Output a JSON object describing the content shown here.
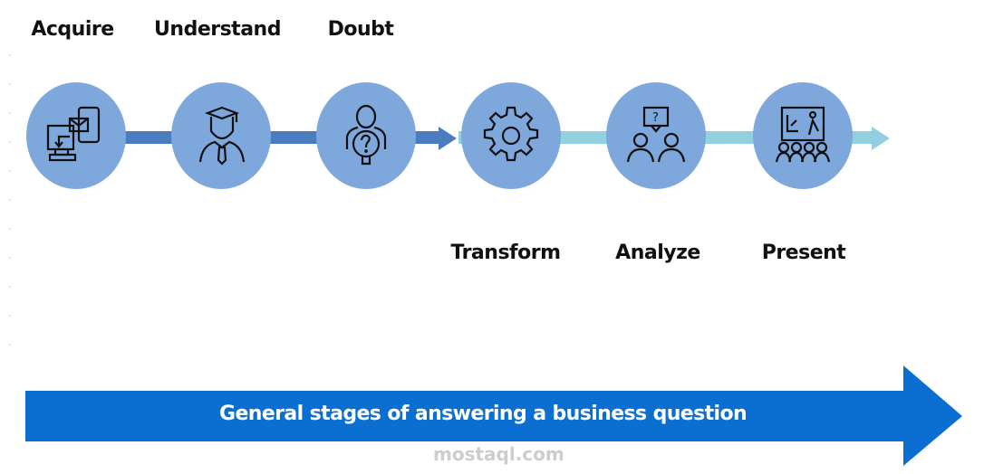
{
  "stages": [
    {
      "label": "Acquire",
      "icon": "computer-phone-mail-icon",
      "position": "top"
    },
    {
      "label": "Understand",
      "icon": "graduate-icon",
      "position": "top"
    },
    {
      "label": "Doubt",
      "icon": "person-question-icon",
      "position": "top"
    },
    {
      "label": "Transform",
      "icon": "gear-icon",
      "position": "bottom"
    },
    {
      "label": "Analyze",
      "icon": "discussion-icon",
      "position": "bottom"
    },
    {
      "label": "Present",
      "icon": "presentation-icon",
      "position": "bottom"
    }
  ],
  "banner": {
    "text": "General stages of answering a business question"
  },
  "watermark": "mostaql.com",
  "colors": {
    "circle": "#7ea7dc",
    "dark_connector": "#4a7cc0",
    "light_connector": "#93d0df",
    "banner": "#0b6fd2"
  }
}
